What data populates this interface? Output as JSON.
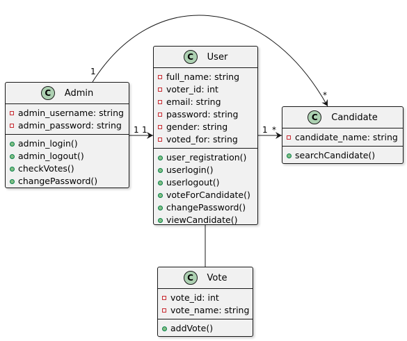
{
  "classes": {
    "admin": {
      "name": "Admin",
      "stereotype_letter": "C",
      "attributes": [
        "admin_username: string",
        "admin_password: string"
      ],
      "methods": [
        "admin_login()",
        "admin_logout()",
        "checkVotes()",
        "changePassword()"
      ]
    },
    "user": {
      "name": "User",
      "stereotype_letter": "C",
      "attributes": [
        "full_name: string",
        "voter_id: int",
        "email: string",
        "password: string",
        "gender: string",
        "voted_for: string"
      ],
      "methods": [
        "user_registration()",
        "userlogin()",
        "userlogout()",
        "voteForCandidate()",
        "changePassword()",
        "viewCandidate()"
      ]
    },
    "candidate": {
      "name": "Candidate",
      "stereotype_letter": "C",
      "attributes": [
        "candidate_name: string"
      ],
      "methods": [
        "searchCandidate()"
      ]
    },
    "vote": {
      "name": "Vote",
      "stereotype_letter": "C",
      "attributes": [
        "vote_id: int",
        "vote_name: string"
      ],
      "methods": [
        "addVote()"
      ]
    }
  },
  "relations": {
    "admin_candidate": {
      "from": "Admin",
      "to": "Candidate",
      "from_mult": "1",
      "to_mult": "*"
    },
    "admin_user": {
      "from": "Admin",
      "to": "User",
      "from_mult": "1",
      "to_mult": "1"
    },
    "user_candidate": {
      "from": "User",
      "to": "Candidate",
      "from_mult": "1",
      "to_mult": "*"
    },
    "user_vote": {
      "from": "User",
      "to": "Vote"
    }
  },
  "colors": {
    "class_fill": "#f1f1f1",
    "border": "#181818",
    "class_icon": "#add1b2",
    "private_marker": "#c82930",
    "public_marker": "#84be84"
  }
}
